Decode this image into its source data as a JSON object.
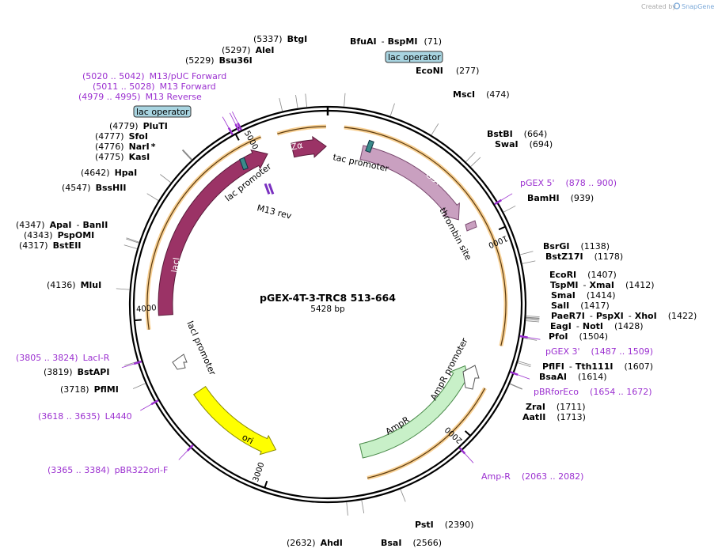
{
  "credit": {
    "text": "Created by",
    "brand": "SnapGene"
  },
  "plasmid": {
    "name": "pGEX-4T-3-TRC8 513-664",
    "size": "5428 bp",
    "length": 5428
  },
  "ticks": [
    {
      "pos": 1000,
      "label": "1000"
    },
    {
      "pos": 2000,
      "label": "2000"
    },
    {
      "pos": 3000,
      "label": "3000"
    },
    {
      "pos": 4000,
      "label": "4000"
    },
    {
      "pos": 5000,
      "label": "5000"
    }
  ],
  "features": [
    {
      "id": "gst",
      "label": "GST",
      "start": 190,
      "end": 860,
      "color": "#c9a0c0",
      "stroke": "#7a4a70"
    },
    {
      "id": "laci",
      "label": "lacI",
      "start": 4015,
      "end": 5100,
      "color": "#9b3366",
      "stroke": "#5a1a3a"
    },
    {
      "id": "laczalpha",
      "label": "lacZα",
      "start": 5235,
      "end": 5420,
      "color": "#9b3366",
      "stroke": "#5a1a3a"
    },
    {
      "id": "ampr",
      "label": "AmpR",
      "start": 1720,
      "end": 2520,
      "color": "#c8f0c8",
      "stroke": "#4a8a4a"
    },
    {
      "id": "ori",
      "label": "ori",
      "start": 3010,
      "end": 3560,
      "color": "#ffff00",
      "stroke": "#8a8a00"
    }
  ],
  "small_features": {
    "lac_operator_label": "lac operator",
    "tac_promoter": "tac promoter",
    "lac_promoter": "lac promoter",
    "m13_rev": "M13 rev",
    "thrombin_site": "thrombin site",
    "ampr_promoter": "AmpR promoter",
    "laci_promoter": "lacI promoter"
  },
  "sites": [
    {
      "name": "BtgI",
      "num": "(5337)",
      "pos": 5337
    },
    {
      "name": "AleI",
      "num": "(5297)",
      "pos": 5297
    },
    {
      "name": "Bsu36I",
      "num": "(5229)",
      "pos": 5229
    },
    {
      "name": "BfuAI",
      "name2": "BspMI",
      "num": "(71)",
      "pos": 71
    },
    {
      "name": "EcoNI",
      "num": "(277)",
      "pos": 277
    },
    {
      "name": "MscI",
      "num": "(474)",
      "pos": 474
    },
    {
      "name": "BstBI",
      "num": "(664)",
      "pos": 664
    },
    {
      "name": "SwaI",
      "num": "(694)",
      "pos": 694
    },
    {
      "name": "BamHI",
      "num": "(939)",
      "pos": 939
    },
    {
      "name": "BsrGI",
      "num": "(1138)",
      "pos": 1138
    },
    {
      "name": "BstZ17I",
      "num": "(1178)",
      "pos": 1178
    },
    {
      "name": "EcoRI",
      "num": "(1407)",
      "pos": 1407
    },
    {
      "name": "TspMI",
      "name2": "XmaI",
      "num": "(1412)",
      "pos": 1412
    },
    {
      "name": "SmaI",
      "num": "(1414)",
      "pos": 1414
    },
    {
      "name": "SalI",
      "num": "(1417)",
      "pos": 1417
    },
    {
      "name": "PaeR7I",
      "name2": "PspXI",
      "name3": "XhoI",
      "num": "(1422)",
      "pos": 1422
    },
    {
      "name": "EagI",
      "name2": "NotI",
      "num": "(1428)",
      "pos": 1428
    },
    {
      "name": "PfoI",
      "num": "(1504)",
      "pos": 1504
    },
    {
      "name": "PflFI",
      "name2": "Tth111I",
      "num": "(1607)",
      "pos": 1607
    },
    {
      "name": "BsaAI",
      "num": "(1614)",
      "pos": 1614
    },
    {
      "name": "ZraI",
      "num": "(1711)",
      "pos": 1711
    },
    {
      "name": "AatII",
      "num": "(1713)",
      "pos": 1713
    },
    {
      "name": "PstI",
      "num": "(2390)",
      "pos": 2390
    },
    {
      "name": "BsaI",
      "num": "(2566)",
      "pos": 2566
    },
    {
      "name": "AhdI",
      "num": "(2632)",
      "pos": 2632
    },
    {
      "name": "PflMI",
      "num": "(3718)",
      "pos": 3718
    },
    {
      "name": "BstAPI",
      "num": "(3819)",
      "pos": 3819
    },
    {
      "name": "MluI",
      "num": "(4136)",
      "pos": 4136
    },
    {
      "name": "BstEII",
      "num": "(4317)",
      "pos": 4317
    },
    {
      "name": "PspOMI",
      "num": "(4343)",
      "pos": 4343
    },
    {
      "name": "ApaI",
      "name2": "BanII",
      "num": "(4347)",
      "pos": 4347
    },
    {
      "name": "BssHII",
      "num": "(4547)",
      "pos": 4547
    },
    {
      "name": "HpaI",
      "num": "(4642)",
      "pos": 4642
    },
    {
      "name": "KasI",
      "num": "(4775)",
      "pos": 4775
    },
    {
      "name": "NarI",
      "star": "*",
      "num": "(4776)",
      "pos": 4776
    },
    {
      "name": "SfoI",
      "num": "(4777)",
      "pos": 4777
    },
    {
      "name": "PluTI",
      "num": "(4779)",
      "pos": 4779
    }
  ],
  "primers": [
    {
      "name": "M13/pUC Forward",
      "range": "(5020 .. 5042)",
      "pos": 5031
    },
    {
      "name": "M13 Forward",
      "range": "(5011 .. 5028)",
      "pos": 5020
    },
    {
      "name": "M13 Reverse",
      "range": "(4979 .. 4995)",
      "pos": 4987
    },
    {
      "name": "pGEX 5'",
      "range": "(878 .. 900)",
      "pos": 889
    },
    {
      "name": "pGEX 3'",
      "range": "(1487 .. 1509)",
      "pos": 1498
    },
    {
      "name": "pBRforEco",
      "range": "(1654 .. 1672)",
      "pos": 1663
    },
    {
      "name": "Amp-R",
      "range": "(2063 .. 2082)",
      "pos": 2072
    },
    {
      "name": "pBR322ori-F",
      "range": "(3365 .. 3384)",
      "pos": 3374
    },
    {
      "name": "L4440",
      "range": "(3618 .. 3635)",
      "pos": 3626
    },
    {
      "name": "LacI-R",
      "range": "(3805 .. 3824)",
      "pos": 3814
    }
  ]
}
